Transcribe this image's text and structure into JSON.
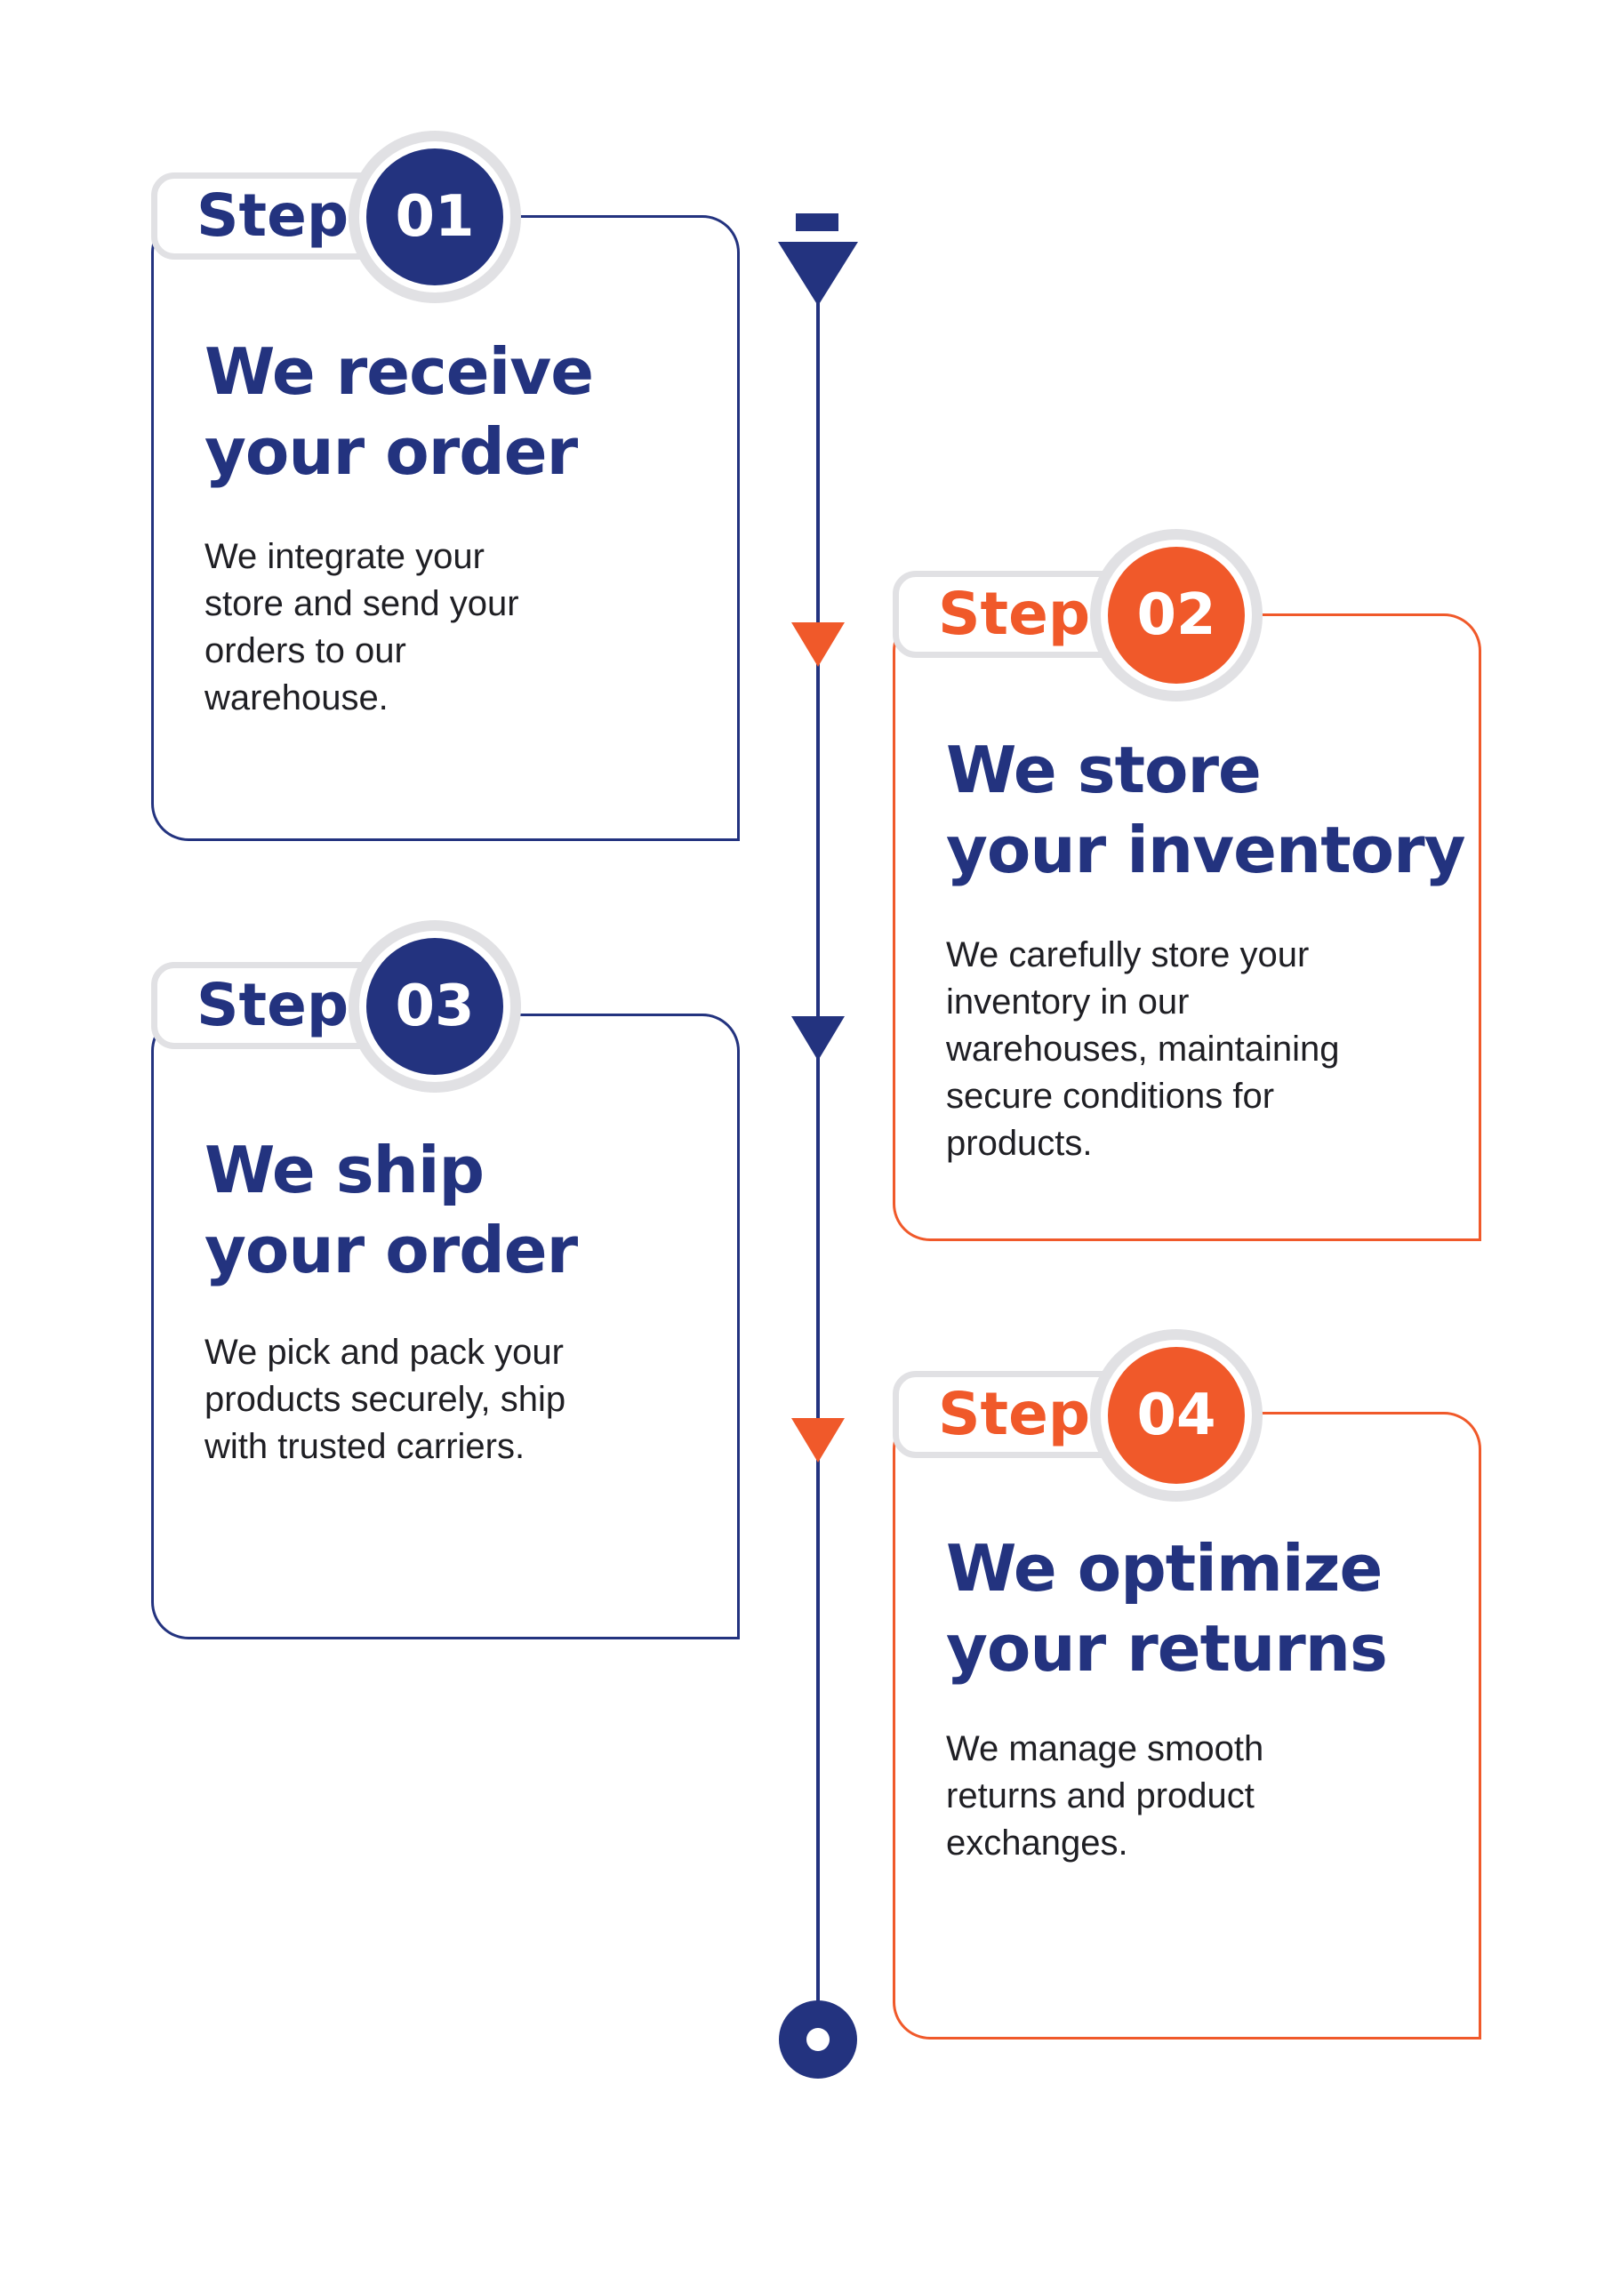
{
  "colors": {
    "navy": "#23337f",
    "orange": "#f0592a",
    "badge_gray": "#e1e1e4"
  },
  "timeline": {
    "top_icon": "arrow-down-icon",
    "end_icon": "end-circle-icon"
  },
  "steps": [
    {
      "label": "Step",
      "number": "01",
      "title": "We receive\nyour order",
      "description": "We integrate your\nstore and send your\norders to our\nwarehouse.",
      "color": "navy",
      "side": "left"
    },
    {
      "label": "Step",
      "number": "02",
      "title": "We store\nyour inventory",
      "description": "We carefully store your\ninventory in our\nwarehouses, maintaining\nsecure conditions for\nproducts.",
      "color": "orange",
      "side": "right"
    },
    {
      "label": "Step",
      "number": "03",
      "title": "We ship\nyour order",
      "description": "We pick and pack your\nproducts securely, ship\nwith trusted carriers.",
      "color": "navy",
      "side": "left"
    },
    {
      "label": "Step",
      "number": "04",
      "title": "We optimize\nyour returns",
      "description": "We manage smooth\nreturns and product\nexchanges.",
      "color": "orange",
      "side": "right"
    }
  ]
}
